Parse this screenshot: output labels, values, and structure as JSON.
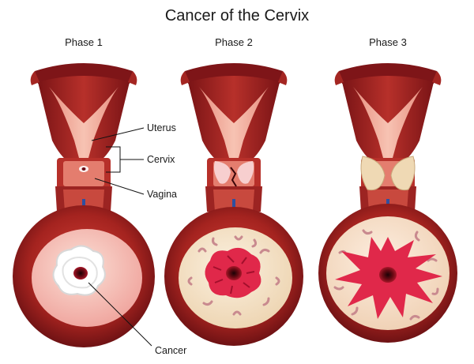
{
  "title": "Cancer of the Cervix",
  "phases": [
    {
      "label": "Phase 1"
    },
    {
      "label": "Phase 2"
    },
    {
      "label": "Phase 3"
    }
  ],
  "labels": {
    "uterus": "Uterus",
    "cervix": "Cervix",
    "vagina": "Vagina",
    "cancer": "Cancer"
  },
  "colors": {
    "tissue_dark": "#8f1c1f",
    "tissue_mid": "#c0392b",
    "tissue_light": "#e8968a",
    "pink_inner": "#f2b5a8",
    "cancer_red": "#e0284a",
    "tumor_tan": "#efd9b4",
    "arrow_blue": "#2f4fa0",
    "line_black": "#111111"
  }
}
